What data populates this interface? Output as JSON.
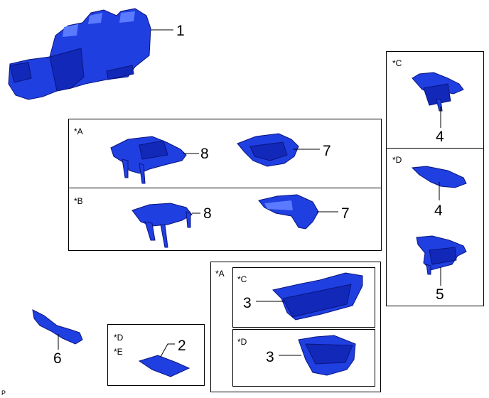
{
  "boxes": {
    "top_left": {
      "tag": "*A"
    },
    "mid_left": {
      "tag": "*B"
    },
    "right_top": {
      "tag": "*C"
    },
    "right_bot": {
      "tag": "*D"
    },
    "bottom_right_outer": {
      "tag": "*A"
    },
    "bottom_right_c": {
      "tag": "*C"
    },
    "bottom_right_d": {
      "tag": "*D"
    },
    "small_box": {
      "tag_line1": "*D",
      "tag_line2": "*E"
    }
  },
  "callouts": {
    "seat": "1",
    "box_a_part8": "8",
    "box_a_part7": "7",
    "box_b_part8": "8",
    "box_b_part7": "7",
    "box_c_part4": "4",
    "box_d_part4": "4",
    "box_d_part5": "5",
    "part6": "6",
    "part2": "2",
    "box_ac_part3": "3",
    "box_ad_part3": "3"
  },
  "footer": "P",
  "colors": {
    "part_fill": "#1f3fe0",
    "part_stroke": "#0a1580"
  }
}
